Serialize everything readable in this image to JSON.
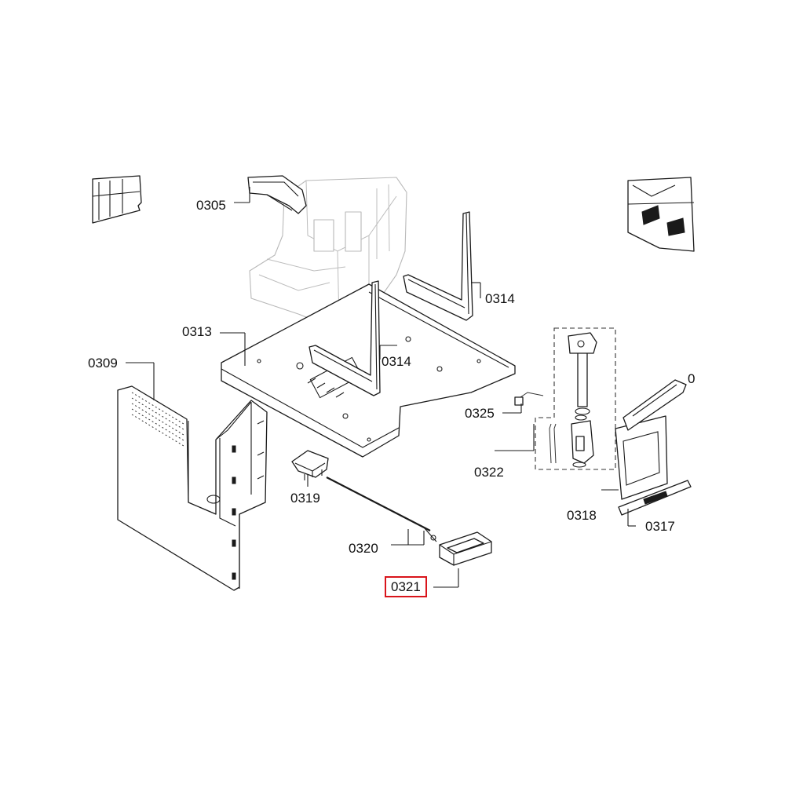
{
  "labels": {
    "p0305": "0305",
    "p0314a": "0314",
    "p0313": "0313",
    "p0309": "0309",
    "p0314b": "0314",
    "p0325": "0325",
    "p0322": "0322",
    "p0319": "0319",
    "p0318": "0318",
    "p0317": "0317",
    "p0320": "0320",
    "p0321": "0321",
    "p03xx": "0"
  },
  "highlight": {
    "part": "0321",
    "color": "#d9141b"
  }
}
